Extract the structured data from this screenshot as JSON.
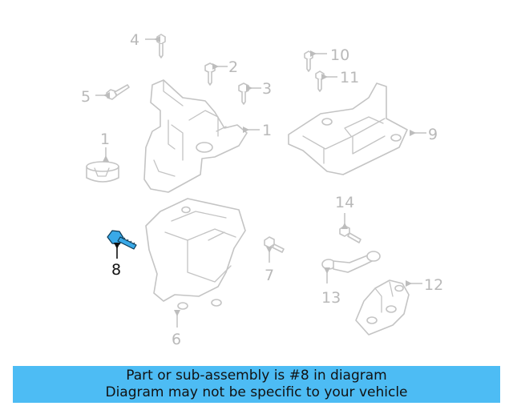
{
  "callouts": {
    "c1a": "1",
    "c1b": "1",
    "c2": "2",
    "c3": "3",
    "c4": "4",
    "c5": "5",
    "c6": "6",
    "c7": "7",
    "c8": "8",
    "c9": "9",
    "c10": "10",
    "c11": "11",
    "c12": "12",
    "c13": "13",
    "c14": "14"
  },
  "highlighted_part": "8",
  "colors": {
    "highlight": "#39a9e8",
    "banner": "#4dbcf4",
    "parts": "#c4c4c4"
  },
  "banner": {
    "line1": "Part or sub-assembly is #8 in diagram",
    "line2": "Diagram may not be specific to your vehicle"
  }
}
